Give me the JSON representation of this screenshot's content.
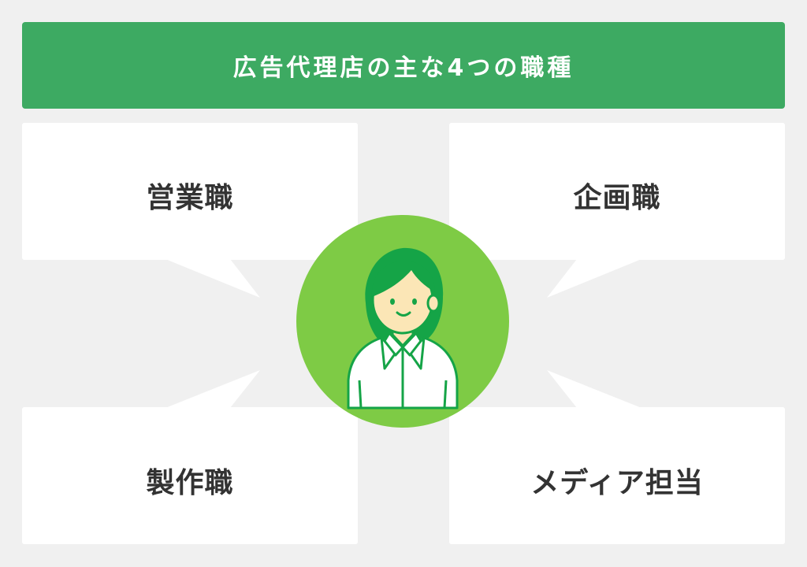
{
  "title": "広告代理店の主な4つの職種",
  "roles": {
    "top_left": "営業職",
    "top_right": "企画職",
    "bottom_left": "製作職",
    "bottom_right": "メディア担当"
  },
  "colors": {
    "title_bar": "#3daa62",
    "circle": "#7ecb45",
    "hair": "#15a447",
    "skin": "#fbe6b6",
    "box": "#ffffff",
    "background": "#f0f0f0",
    "text": "#333333"
  },
  "icon": "person-avatar-icon"
}
